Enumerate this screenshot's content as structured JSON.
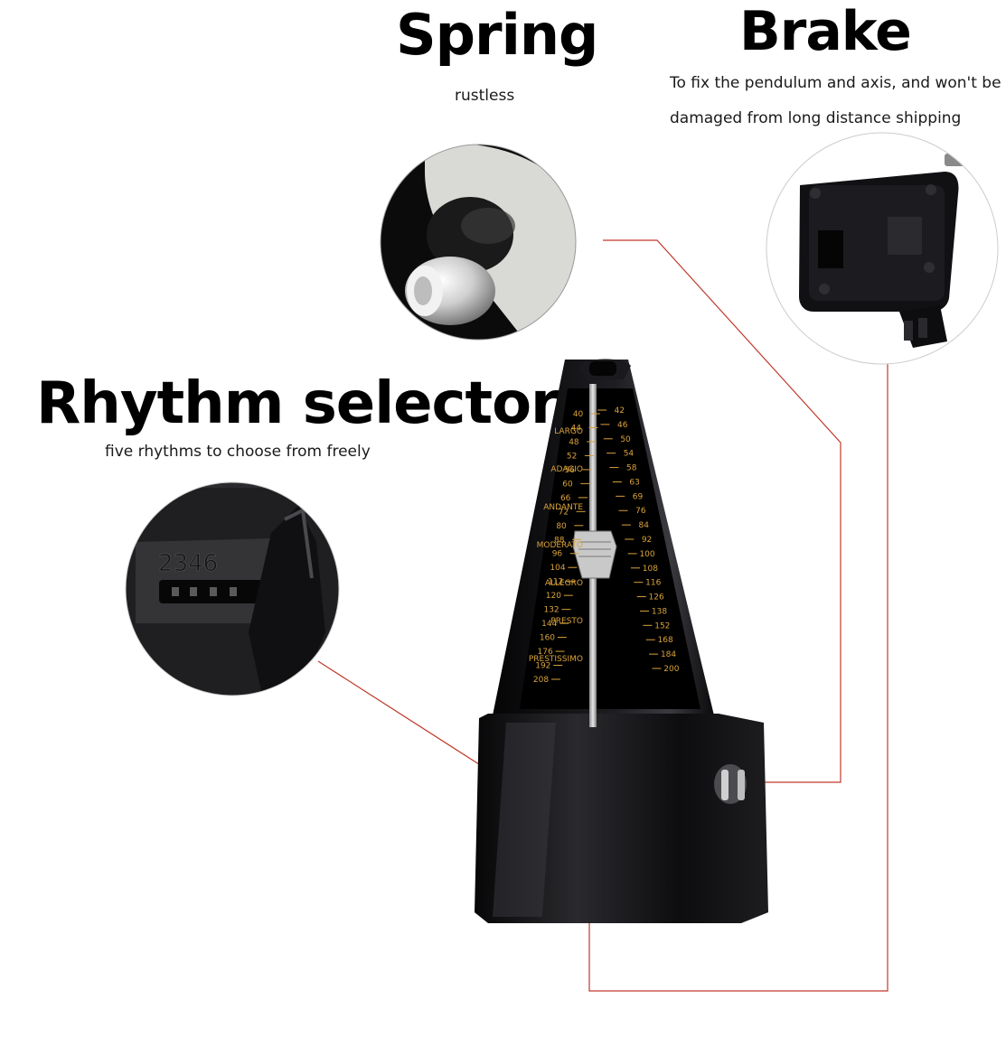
{
  "callouts": {
    "spring": {
      "title": "Spring",
      "subtitle": "rustless"
    },
    "brake": {
      "title": "Brake",
      "line1": "To fix the pendulum and axis, and won't be",
      "line2": "damaged from long distance shipping"
    },
    "rhythm": {
      "title": "Rhythm selector",
      "subtitle": "five rhythms to choose from freely"
    }
  },
  "scale": {
    "left": [
      "40",
      "44",
      "48",
      "52",
      "56",
      "60",
      "66",
      "72",
      "80",
      "88",
      "96",
      "104",
      "112",
      "120",
      "132",
      "144",
      "160",
      "176",
      "192",
      "208"
    ],
    "right": [
      "42",
      "46",
      "50",
      "54",
      "58",
      "63",
      "69",
      "76",
      "84",
      "92",
      "100",
      "108",
      "116",
      "126",
      "138",
      "152",
      "168",
      "184",
      "200"
    ],
    "tempo_words": [
      "LARGO",
      "ADAGIO",
      "ANDANTE",
      "MODERATO",
      "ALLEGRO",
      "PRESTO",
      "PRESTISSIMO"
    ]
  },
  "rhythm_dial_numbers": "2346",
  "colors": {
    "connector_line": "#c0392b",
    "metronome_body": "#0e0e10",
    "scale_text": "#d9a23a"
  }
}
